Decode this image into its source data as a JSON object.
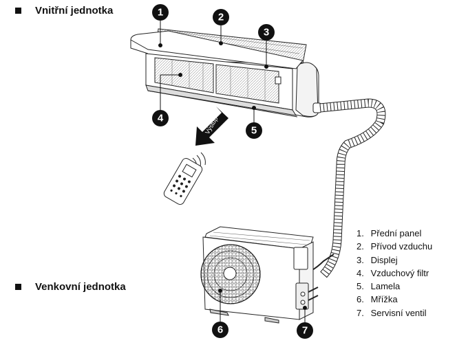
{
  "sections": {
    "indoor_title": "Vnitřní jednotka",
    "outdoor_title": "Venkovní jednotka"
  },
  "airflow_arrow_label": "Výstup",
  "callouts": [
    "1",
    "2",
    "3",
    "4",
    "5",
    "6",
    "7"
  ],
  "legend": [
    {
      "num": "1.",
      "label": "Přední panel"
    },
    {
      "num": "2.",
      "label": "Přívod vzduchu"
    },
    {
      "num": "3.",
      "label": "Displej"
    },
    {
      "num": "4.",
      "label": "Vzduchový filtr"
    },
    {
      "num": "5.",
      "label": "Lamela"
    },
    {
      "num": "6.",
      "label": "Mřížka"
    },
    {
      "num": "7.",
      "label": "Servisní ventil"
    }
  ]
}
